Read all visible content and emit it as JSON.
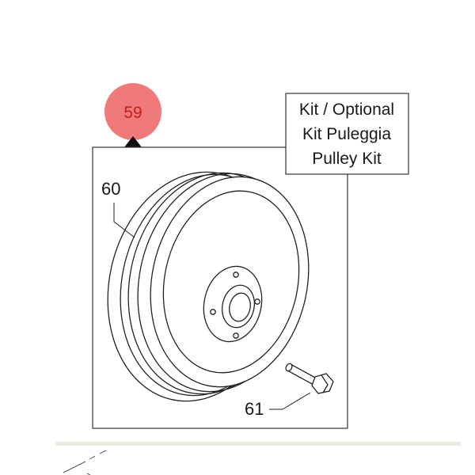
{
  "callout": {
    "number": "59",
    "bubble_color": "#f07a7a",
    "text_color": "#c31f1f"
  },
  "kit_label": {
    "lines": [
      "Kit / Optional",
      "Kit Puleggia",
      "Pulley Kit"
    ]
  },
  "parts": [
    {
      "number": "60"
    },
    {
      "number": "61"
    }
  ],
  "footer": {
    "rule_color": "#e8efe0"
  }
}
